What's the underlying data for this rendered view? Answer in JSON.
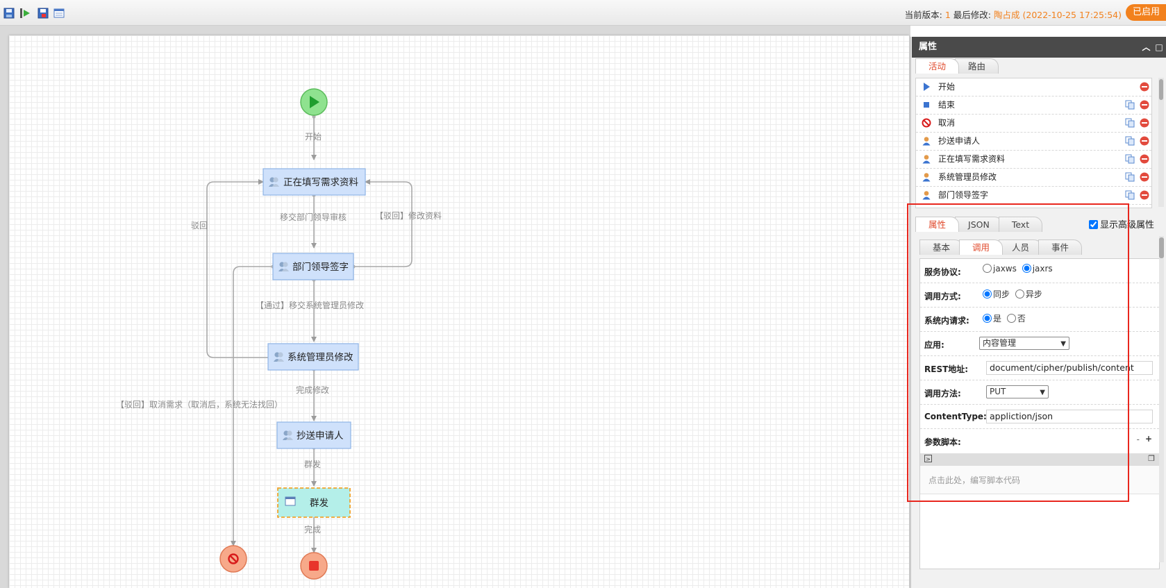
{
  "toolbar": {
    "buttons": [
      "save-icon",
      "publish-icon",
      "save-as-icon",
      "window-icon"
    ],
    "version_label": "当前版本: ",
    "version_number": "1",
    "modified_label": " 最后修改: ",
    "modified_by": "陶占成",
    "modified_time": "(2022-10-25 17:25:54)",
    "status": "已启用"
  },
  "flow": {
    "nodes": {
      "n1": "正在填写需求资料",
      "n2": "部门领导签字",
      "n3": "系统管理员修改",
      "n4": "抄送申请人",
      "n5": "群发"
    },
    "edges": {
      "e_start": "开始",
      "e_submit": "移交部门领导审核",
      "e_reject_edit": "【驳回】修改资料",
      "e_reject": "驳回",
      "e_pass": "【通过】移交系统管理员修改",
      "e_done_edit": "完成修改",
      "e_cancel": "【驳回】取消需求（取消后，系统无法找回）",
      "e_broadcast": "群发",
      "e_finish": "完成"
    }
  },
  "panel": {
    "title": "属性",
    "top_tabs": [
      "活动",
      "路由"
    ],
    "activities": [
      {
        "label": "开始",
        "icon": "start-icon",
        "copy": false
      },
      {
        "label": "结束",
        "icon": "end-icon",
        "copy": true
      },
      {
        "label": "取消",
        "icon": "cancel-icon",
        "copy": true
      },
      {
        "label": "抄送申请人",
        "icon": "user-icon",
        "copy": true
      },
      {
        "label": "正在填写需求资料",
        "icon": "user-icon",
        "copy": true
      },
      {
        "label": "系统管理员修改",
        "icon": "user-icon",
        "copy": true
      },
      {
        "label": "部门领导签字",
        "icon": "user-icon",
        "copy": true
      }
    ],
    "prop_tabs": [
      "属性",
      "JSON",
      "Text"
    ],
    "advanced_label": "显示高级属性",
    "advanced_checked": true,
    "sub_tabs": [
      "基本",
      "调用",
      "人员",
      "事件"
    ],
    "form": {
      "protocol_label": "服务协议:",
      "protocol_options": [
        "jaxws",
        "jaxrs"
      ],
      "protocol_value": "jaxrs",
      "mode_label": "调用方式:",
      "mode_options": [
        "同步",
        "异步"
      ],
      "mode_value": "同步",
      "internal_label": "系统内请求:",
      "internal_options": [
        "是",
        "否"
      ],
      "internal_value": "是",
      "app_label": "应用:",
      "app_value": "内容管理",
      "rest_label": "REST地址:",
      "rest_value": "document/cipher/publish/content",
      "method_label": "调用方法:",
      "method_value": "PUT",
      "ct_label": "ContentType:",
      "ct_value": "appliction/json",
      "script_label": "参数脚本:",
      "script_placeholder": "点击此处，编写脚本代码"
    }
  },
  "colors": {
    "accent": "#f2811d",
    "active_tab": "#e04a2c",
    "highlight_box": "#e8261d",
    "node_fill": "#cfe1fb",
    "node_border": "#8fb4e6",
    "broadcast_fill": "#b4efe9",
    "broadcast_border": "#f0a22b",
    "start_fill": "#8fe28f",
    "end_fill": "#f7a98a"
  }
}
